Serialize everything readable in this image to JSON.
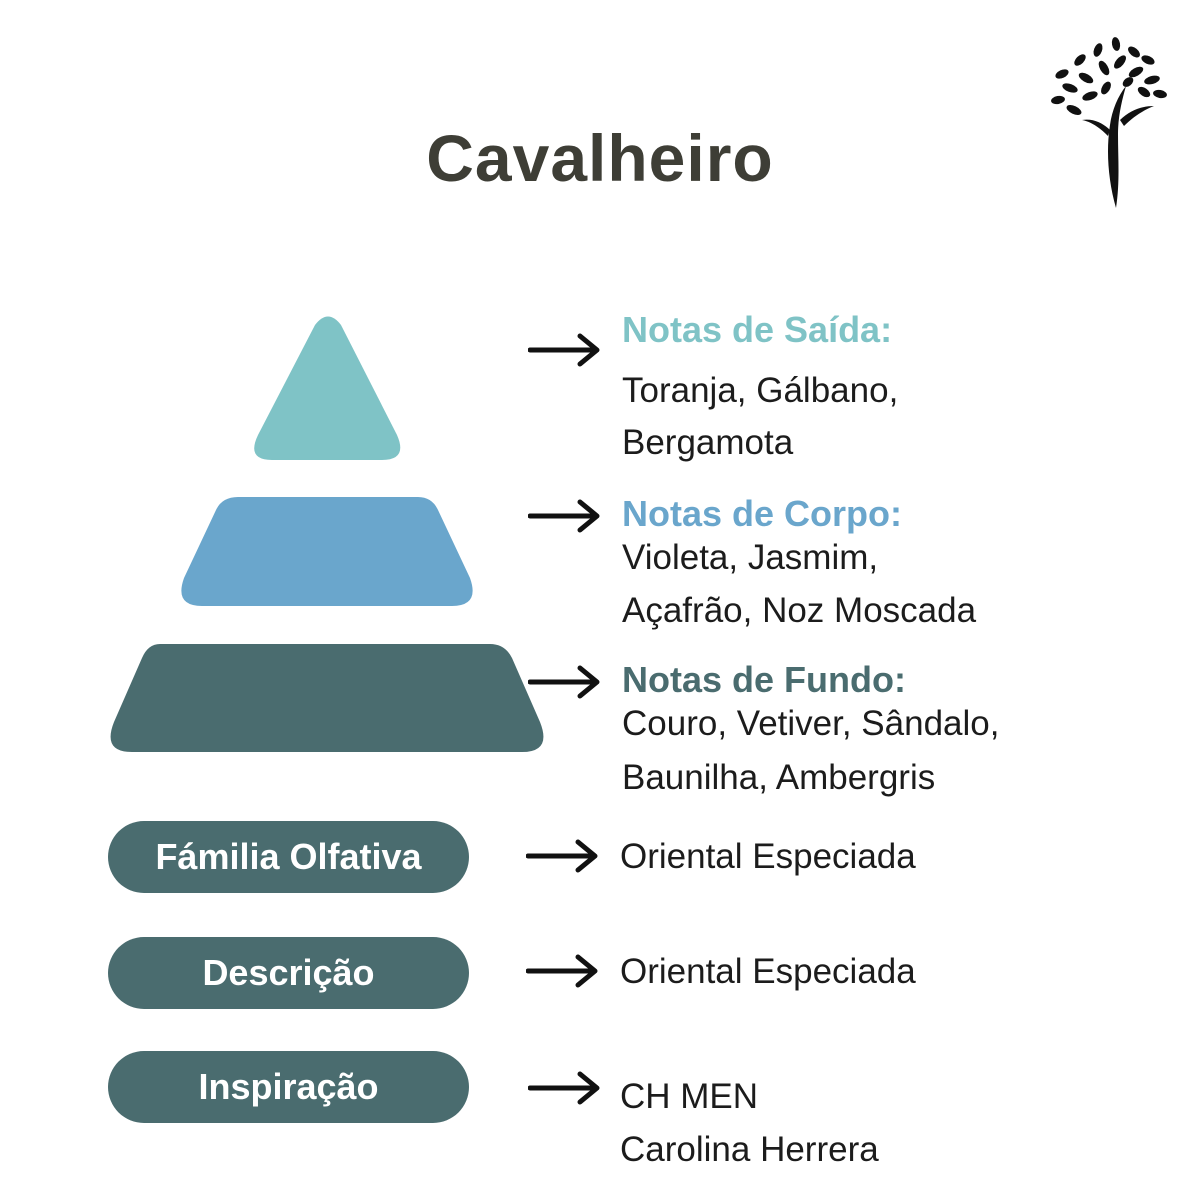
{
  "title": "Cavalheiro",
  "colors": {
    "top": "#7fc3c6",
    "middle": "#6aa6cc",
    "base": "#4a6c6f",
    "title": "#3e3e36"
  },
  "logo": {
    "icon": "tree-icon"
  },
  "notes": {
    "top": {
      "heading": "Notas de Saída:",
      "line1": "Toranja, Gálbano,",
      "line2": "Bergamota"
    },
    "middle": {
      "heading": "Notas de Corpo:",
      "line1": "Violeta, Jasmim,",
      "line2": "Açafrão, Noz Moscada"
    },
    "base": {
      "heading": "Notas de Fundo:",
      "line1": "Couro, Vetiver, Sândalo,",
      "line2": "Baunilha, Ambergris"
    }
  },
  "info": {
    "family": {
      "label": "Fámilia Olfativa",
      "value": "Oriental Especiada"
    },
    "description": {
      "label": "Descrição",
      "value": "Oriental Especiada"
    },
    "inspiration": {
      "label": "Inspiração",
      "line1": "CH MEN",
      "line2": "Carolina Herrera"
    }
  }
}
